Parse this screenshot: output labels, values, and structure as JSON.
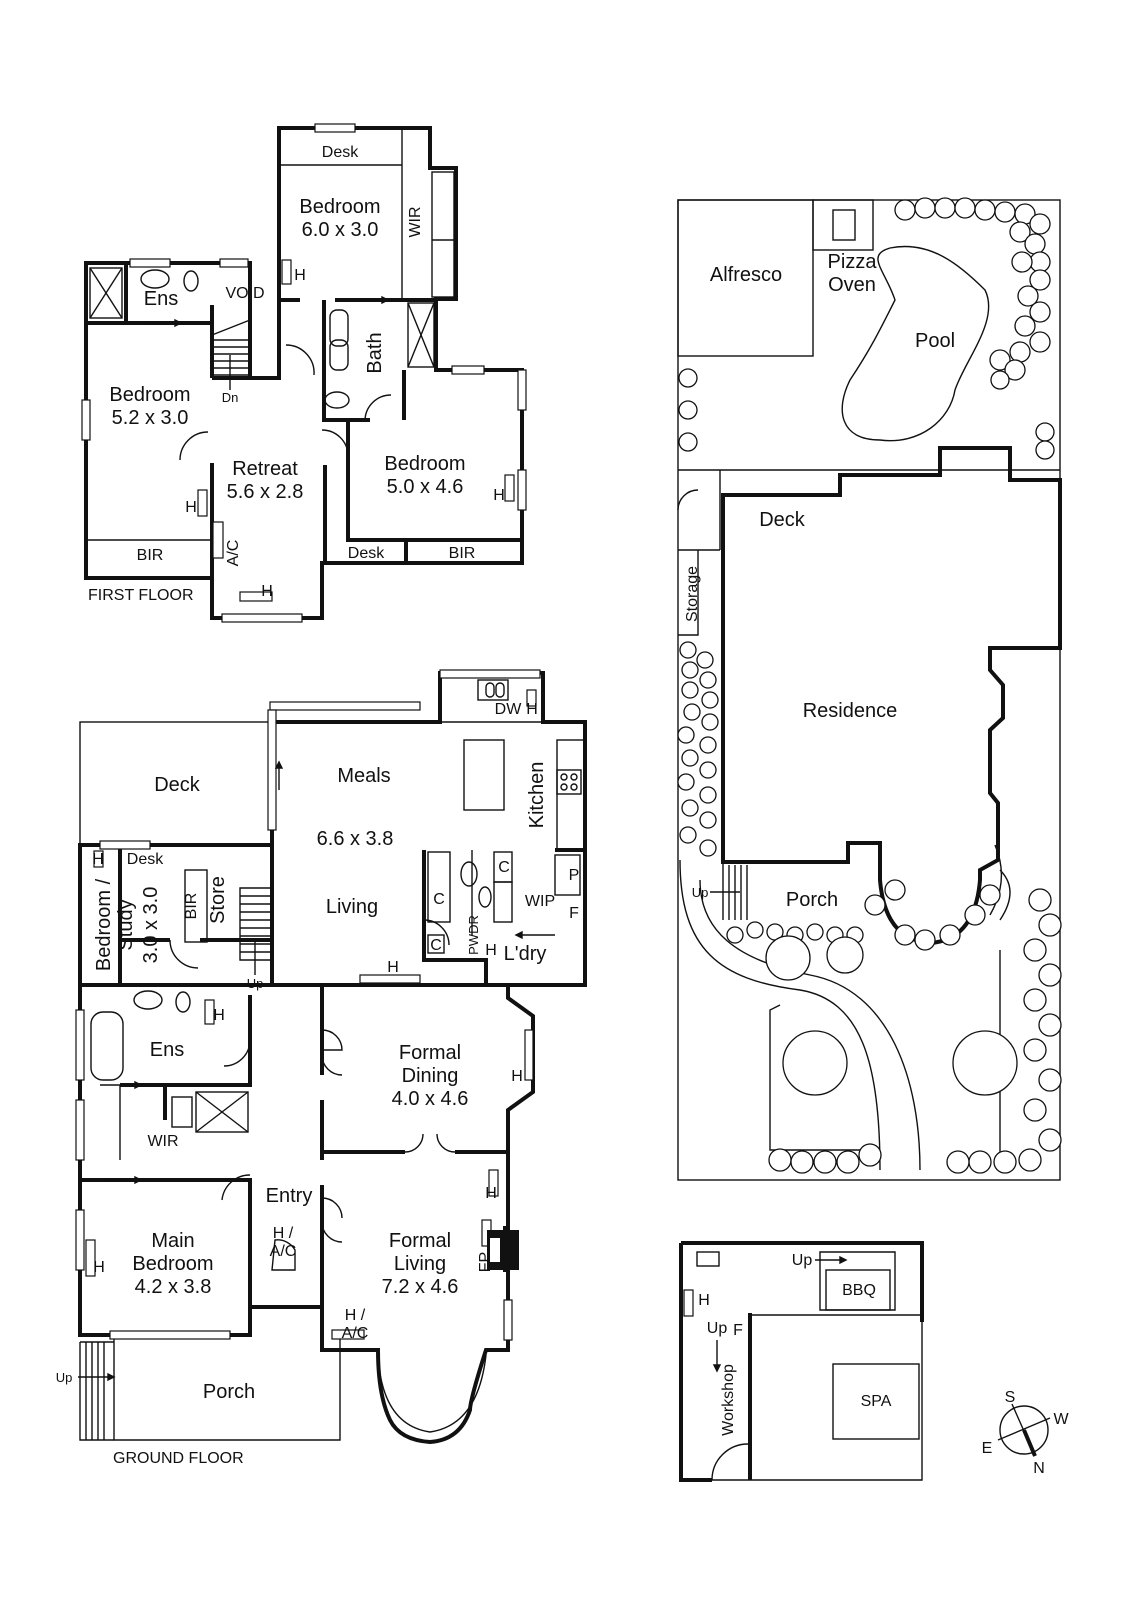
{
  "first_floor": {
    "caption": "FIRST FLOOR",
    "bedroom_top": {
      "name": "Bedroom",
      "size": "6.0 x 3.0"
    },
    "desk_top": "Desk",
    "wir": "WIR",
    "h_top": "H",
    "void": "VOID",
    "ens": "Ens",
    "dn": "Dn",
    "bath": "Bath",
    "bedroom_left": {
      "name": "Bedroom",
      "size": "5.2 x 3.0"
    },
    "retreat": {
      "name": "Retreat",
      "size": "5.6 x 2.8"
    },
    "bedroom_right": {
      "name": "Bedroom",
      "size": "5.0 x 4.6"
    },
    "h_left": "H",
    "h_right": "H",
    "h_bottom": "H",
    "ac": "A/C",
    "bir_left": "BIR",
    "desk_bottom": "Desk",
    "bir_right": "BIR"
  },
  "ground_floor": {
    "caption": "GROUND FLOOR",
    "deck": "Deck",
    "meals": "Meals",
    "meals_living_size": "6.6 x 3.8",
    "living": "Living",
    "kitchen": "Kitchen",
    "dw": "DW",
    "h_kitchen": "H",
    "desk": "Desk",
    "h_study": "H",
    "study": {
      "line1": "Bedroom /",
      "line2": "Study",
      "size": "3.0 x 3.0"
    },
    "bir": "BIR",
    "store": "Store",
    "up": "Up",
    "c1": "C",
    "c2": "C",
    "c3": "C",
    "pwdr": "PWDR",
    "wip": "WIP",
    "p": "P",
    "f": "F",
    "h_ldry": "H",
    "ldry": "L'dry",
    "h_living": "H",
    "ens": "Ens",
    "h_ens": "H",
    "wir": "WIR",
    "formal_dining": {
      "line1": "Formal",
      "line2": "Dining",
      "size": "4.0 x 4.6"
    },
    "h_dining": "H",
    "entry": "Entry",
    "h_entry": "H",
    "ha_c": {
      "line1": "H /",
      "line2": "A/C"
    },
    "main_bedroom": {
      "line1": "Main",
      "line2": "Bedroom",
      "size": "4.2 x 3.8"
    },
    "h_main": "H",
    "formal_living": {
      "line1": "Formal",
      "line2": "Living",
      "size": "7.2 x 4.6"
    },
    "h_formal_living": "H",
    "fp": "FP",
    "ha_c2": {
      "line1": "H /",
      "line2": "A/C"
    },
    "porch": "Porch",
    "up_porch": "Up"
  },
  "site": {
    "alfresco": "Alfresco",
    "pizza_oven": {
      "line1": "Pizza",
      "line2": "Oven"
    },
    "pool": "Pool",
    "deck": "Deck",
    "storage": "Storage",
    "residence": "Residence",
    "porch": "Porch",
    "up": "Up"
  },
  "outbuilding": {
    "up1": "Up",
    "bbq": "BBQ",
    "h": "H",
    "up2": "Up",
    "f": "F",
    "workshop": "Workshop",
    "spa": "SPA"
  },
  "compass": {
    "s": "S",
    "w": "W",
    "e": "E",
    "n": "N"
  }
}
